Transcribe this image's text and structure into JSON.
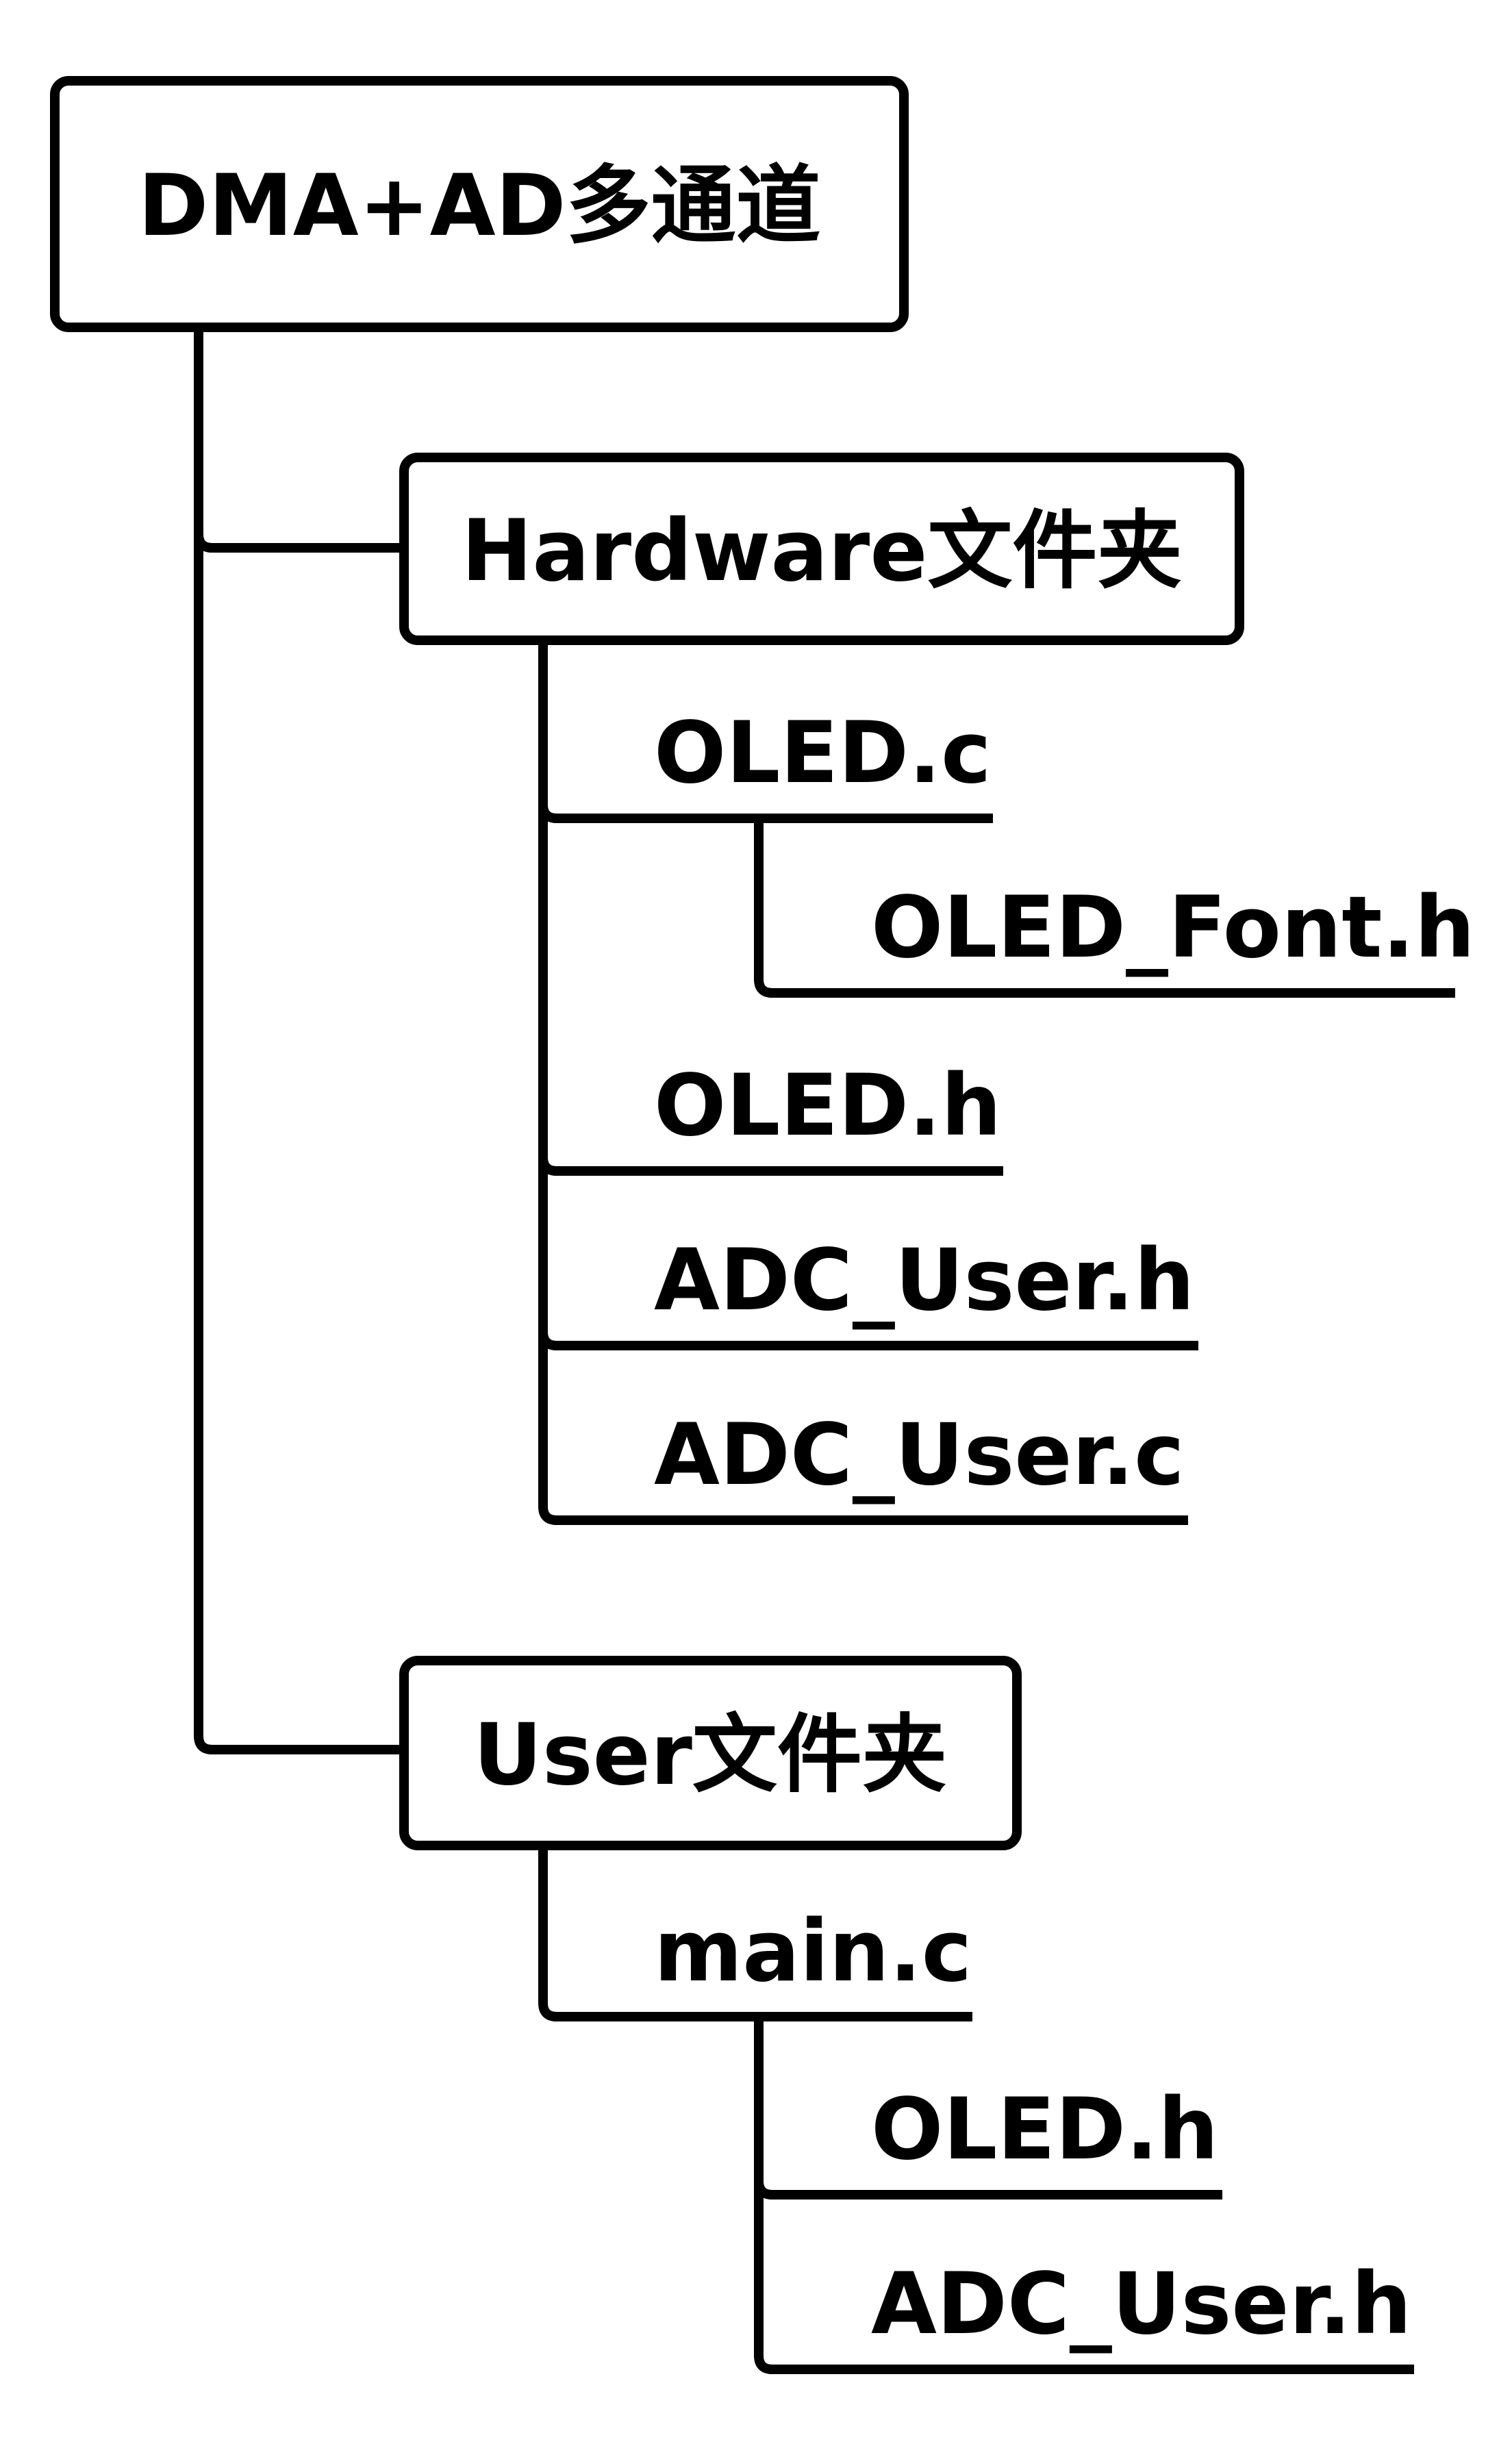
{
  "diagram": {
    "root": {
      "label": "DMA+AD多通道"
    },
    "folders": [
      {
        "label": "Hardware文件夹",
        "files": [
          {
            "label": "OLED.c",
            "includes": [
              {
                "label": "OLED_Font.h"
              }
            ]
          },
          {
            "label": "OLED.h",
            "includes": []
          },
          {
            "label": "ADC_User.h",
            "includes": []
          },
          {
            "label": "ADC_User.c",
            "includes": []
          }
        ]
      },
      {
        "label": "User文件夹",
        "files": [
          {
            "label": "main.c",
            "includes": [
              {
                "label": "OLED.h"
              },
              {
                "label": "ADC_User.h"
              }
            ]
          }
        ]
      }
    ],
    "colors": {
      "line": "#000000",
      "box_fill": "#ffffff",
      "text": "#000000",
      "background": "#ffffff"
    }
  }
}
